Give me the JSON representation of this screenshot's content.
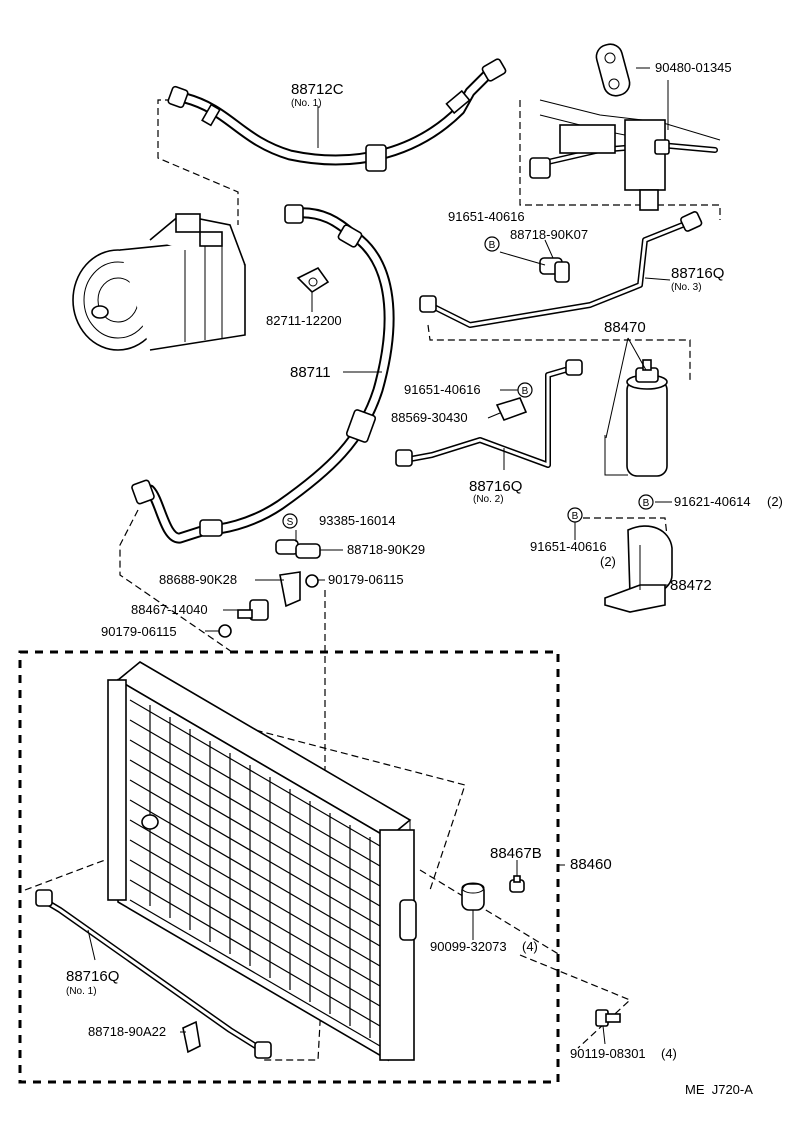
{
  "diagram_id": "ME  J720-A",
  "parts": {
    "hose_88712c": {
      "number": "88712C",
      "note": "(No. 1)"
    },
    "clamp_90480": {
      "number": "90480-01345"
    },
    "bolt_91651_a": {
      "number": "91651-40616",
      "symbol": "B"
    },
    "clamp_88718_k07": {
      "number": "88718-90K07"
    },
    "tube_88716q_3": {
      "number": "88716Q",
      "note": "(No. 3)"
    },
    "bracket_82711": {
      "number": "82711-12200"
    },
    "hose_88711": {
      "number": "88711"
    },
    "receiver_88470": {
      "number": "88470"
    },
    "bolt_91651_b": {
      "number": "91651-40616",
      "symbol": "B"
    },
    "bracket_88569": {
      "number": "88569-30430"
    },
    "tube_88716q_2": {
      "number": "88716Q",
      "note": "(No. 2)"
    },
    "bolt_91621": {
      "number": "91621-40614",
      "qty": "(2)",
      "symbol": "B"
    },
    "bolt_93385": {
      "number": "93385-16014",
      "symbol": "S"
    },
    "clamp_88718_k29": {
      "number": "88718-90K29"
    },
    "bolt_91651_c": {
      "number": "91651-40616",
      "qty": "(2)",
      "symbol": "B"
    },
    "bracket_88688": {
      "number": "88688-90K28"
    },
    "nut_90179_a": {
      "number": "90179-06115"
    },
    "bracket_88472": {
      "number": "88472"
    },
    "switch_88467": {
      "number": "88467-14040"
    },
    "nut_90179_b": {
      "number": "90179-06115"
    },
    "plug_88467b": {
      "number": "88467B"
    },
    "condenser_88460": {
      "number": "88460"
    },
    "cushion_90099": {
      "number": "90099-32073",
      "qty": "(4)"
    },
    "tube_88716q_1": {
      "number": "88716Q",
      "note": "(No. 1)"
    },
    "clamp_88718_a22": {
      "number": "88718-90A22"
    },
    "bolt_90119": {
      "number": "90119-08301",
      "qty": "(4)"
    }
  }
}
